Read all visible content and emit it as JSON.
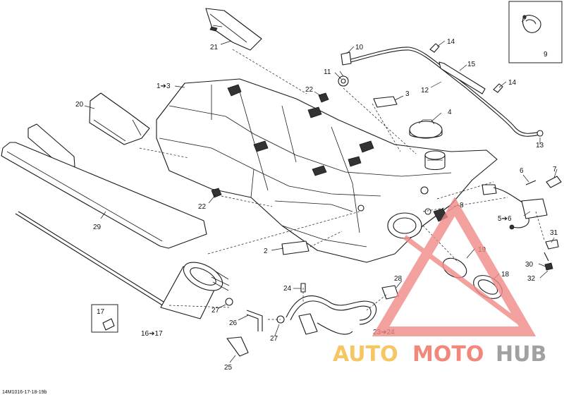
{
  "diagram_code": "14M1016-17-18-19b",
  "callouts": {
    "c1_3": "1➔3",
    "c2": "2",
    "c3": "3",
    "c4": "4",
    "c5_6": "5➔6",
    "c6": "6",
    "c7": "7",
    "c8": "8",
    "c9": "9",
    "c10": "10",
    "c11": "11",
    "c12": "12",
    "c13": "13",
    "c14a": "14",
    "c14b": "14",
    "c15": "15",
    "c16_17": "16➔17",
    "c17": "17",
    "c18": "18",
    "c19": "19",
    "c20": "20",
    "c21": "21",
    "c22a": "22",
    "c22b": "22",
    "c23_24": "23➔24",
    "c24": "24",
    "c25": "25",
    "c26": "26",
    "c27a": "27",
    "c27b": "27",
    "c28": "28",
    "c29": "29",
    "c30": "30",
    "c31": "31",
    "c32": "32"
  },
  "watermark": {
    "part1": "AUTO",
    "part2": "MOTO",
    "part3": "HUB",
    "colors": {
      "auto": "#f5b83d",
      "moto": "#ef6b5c",
      "hub": "#8a8a8a",
      "triangle": "#f08a86"
    }
  }
}
